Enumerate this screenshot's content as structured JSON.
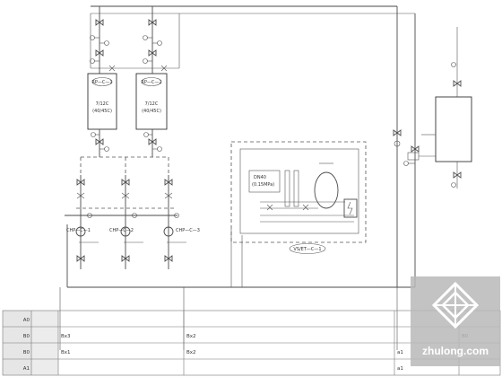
{
  "units": {
    "rp1": {
      "tag": "RP—C—1",
      "rating_cold": "7/12C",
      "rating_hot": "(40/45C)"
    },
    "rp2": {
      "tag": "RP—C—2",
      "rating_cold": "7/12C",
      "rating_hot": "(40/45C)"
    }
  },
  "pumps": {
    "p1": "CHP—C—1",
    "p2": "CHP—C—2",
    "p3": "CHP—C—3"
  },
  "expansion_package": {
    "tag": "VS/ET—C—1",
    "pipe_size": "DN40",
    "pressure": "(0.15MPa)"
  },
  "table": {
    "row_codes": [
      "B0",
      "B0",
      "A1",
      "A0"
    ],
    "cells": {
      "r1_c1": "Bx3",
      "r1_c2": "Bx2",
      "r2_c1": "Bx1",
      "r2_c2": "Bx2",
      "r3_c3": "a1",
      "r4_c3": "a1",
      "r1_c4": "B0"
    }
  },
  "watermark": {
    "text": "zhulong.com"
  },
  "colors": {
    "line": "#4a4a4a",
    "table_shade": "#e6e6e6",
    "watermark_bg": "#b8b8b8"
  }
}
